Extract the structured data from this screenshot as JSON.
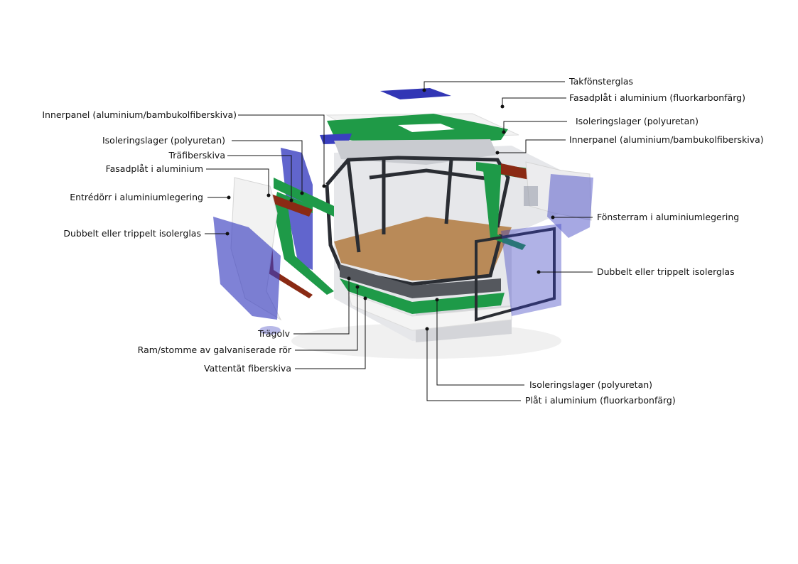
{
  "labels_left": [
    "Innerpanel (aluminium/bambukolfiberskiva)",
    "Isoleringslager (polyuretan)",
    "Träfiberskiva",
    "Fasadplåt i aluminium",
    "Entrédörr i aluminiumlegering",
    "Dubbelt eller trippelt isolerglas"
  ],
  "labels_bottom": [
    "Trägolv",
    "Ram/stomme av galvaniserade rör",
    "Vattentät fiberskiva"
  ],
  "labels_right": [
    "Takfönsterglas",
    "Fasadplåt i aluminium (fluorkarbonfärg)",
    "Isoleringslager (polyuretan)",
    "Innerpanel (aluminium/bambukolfiberskiva)",
    "Fönsterram i aluminiumlegering",
    "Dubbelt eller trippelt isolerglas",
    "Isoleringslager (polyuretan)",
    "Plåt i aluminium (fluorkarbonfärg)"
  ],
  "colors": {
    "glass": "#3a3fc0",
    "insulation": "#1e9a48",
    "wood_fiber": "#8a2a14",
    "floor": "#b98a58",
    "frame": "#2a2d33"
  }
}
